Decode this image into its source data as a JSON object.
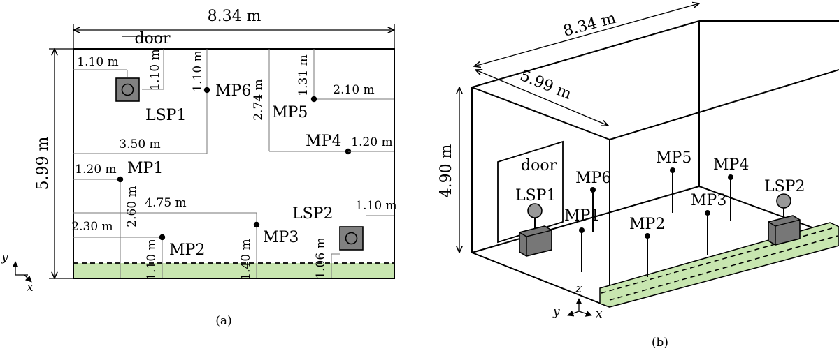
{
  "panel_a": {
    "caption": "(a)",
    "top_width": "8.34 m",
    "left_height": "5.99 m",
    "door_label": "door",
    "axis_y": "y",
    "axis_x": "x",
    "lsp1": {
      "label": "LSP1",
      "dx": "1.10 m",
      "dy": "1.10 m"
    },
    "lsp2": {
      "label": "LSP2",
      "dx": "1.10 m",
      "dy": "1.06 m"
    },
    "mp1": {
      "label": "MP1",
      "dx": "1.20 m",
      "dy": "2.60 m"
    },
    "mp2": {
      "label": "MP2",
      "dx": "2.30 m",
      "dy": "1.10 m"
    },
    "mp3": {
      "label": "MP3",
      "dx": "4.75 m",
      "dy": "1.40 m"
    },
    "mp4": {
      "label": "MP4",
      "dx": "1.20 m"
    },
    "mp5": {
      "label": "MP5",
      "dx": "2.10 m",
      "dy": "1.31 m"
    },
    "mp6": {
      "label": "MP6",
      "dx": "3.50 m",
      "dy": "1.10 m"
    },
    "mp5_mp4_gap": "2.74 m"
  },
  "panel_b": {
    "caption": "(b)",
    "top_width": "8.34 m",
    "depth": "5.99 m",
    "height": "4.90 m",
    "door_label": "door",
    "axis_z": "z",
    "axis_y": "y",
    "axis_x": "x",
    "labels": {
      "lsp1": "LSP1",
      "lsp2": "LSP2",
      "mp1": "MP1",
      "mp2": "MP2",
      "mp3": "MP3",
      "mp4": "MP4",
      "mp5": "MP5",
      "mp6": "MP6"
    }
  }
}
